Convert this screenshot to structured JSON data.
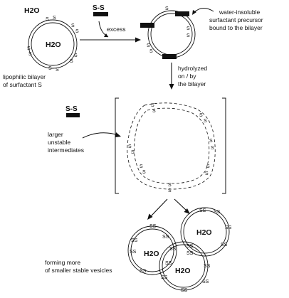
{
  "labels": {
    "water_top": "H2O",
    "water_inner": "H2O",
    "ss_reagent": "S-S",
    "excess": "excess",
    "bilayer_caption_1": "lipophilic bilayer",
    "bilayer_caption_2": "of surfactant S",
    "precursor_1": "water-insoluble",
    "precursor_2": "surfactant precursor",
    "precursor_3": "bound to the bilayer",
    "hydrolyzed_1": "hydrolyzed",
    "hydrolyzed_2": "on / by",
    "hydrolyzed_3": "the bilayer",
    "ss_reagent_2": "S-S",
    "intermediates_1": "larger",
    "intermediates_2": "unstable",
    "intermediates_3": "intermediates",
    "forming_1": "forming more",
    "forming_2": "of smaller stable vesicles",
    "water_v1": "H2O",
    "water_v2": "H2O",
    "water_v3": "H2O"
  },
  "ss_label": "S",
  "ss_pair_label": "SS",
  "colors": {
    "ink": "#111111",
    "background": "#ffffff"
  }
}
